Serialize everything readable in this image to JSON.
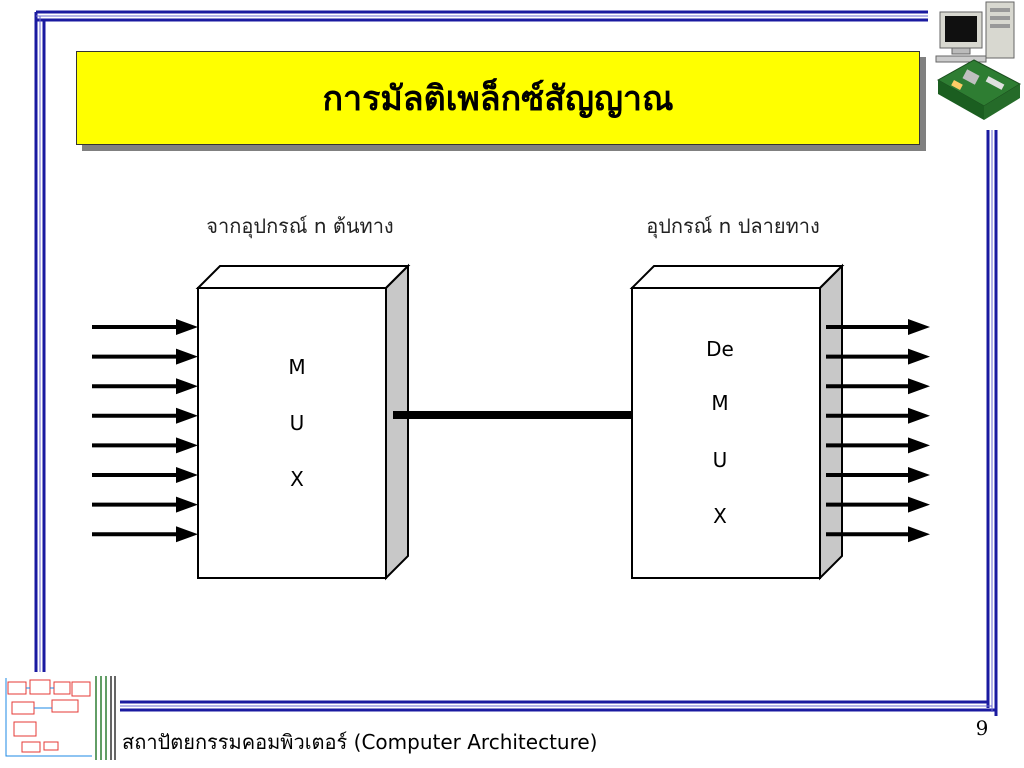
{
  "slide": {
    "title": "การมัลติเพล็กซ์สัญญาณ",
    "footer": "สถาปัตยกรรมคอมพิวเตอร์ (Computer Architecture)",
    "page_number": "9"
  },
  "diagram": {
    "source_label": "จากอุปกรณ์ n ต้นทาง",
    "dest_label": "อุปกรณ์ n ปลายทาง",
    "mux_letters": [
      "M",
      "U",
      "X"
    ],
    "demux_letters": [
      "De",
      "M",
      "U",
      "X"
    ],
    "input_count": 8,
    "output_count": 8
  },
  "colors": {
    "title_bg": "#ffff00",
    "frame_blue": "#1a1aa0",
    "box_side": "#c0c0c0"
  },
  "icons": [
    "computer-icon",
    "motherboard-icon",
    "block-diagram-thumbnail"
  ]
}
